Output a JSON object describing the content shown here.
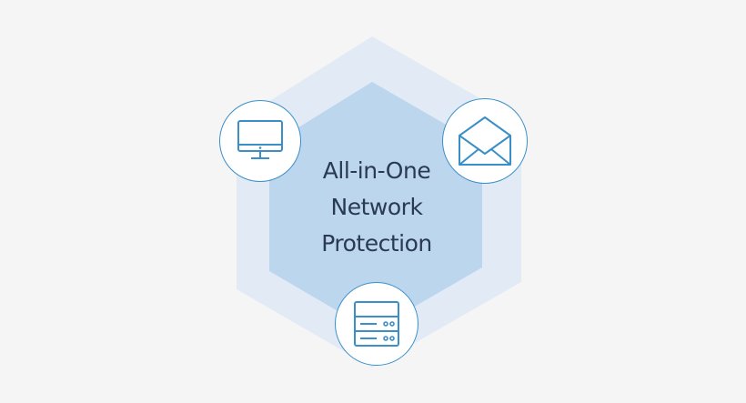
{
  "diagram": {
    "center_lines": [
      "All-in-One",
      "Network",
      "Protection"
    ],
    "nodes": [
      {
        "icon": "monitor-icon"
      },
      {
        "icon": "envelope-icon"
      },
      {
        "icon": "server-icon"
      }
    ]
  },
  "colors": {
    "background": "#f5f5f5",
    "outer_hexagon": "#e2ebf5",
    "inner_hexagon": "#bcd6ee",
    "icon_stroke": "#3a8fc9",
    "circle_border": "#3a8fc9",
    "text": "#2a3a52"
  }
}
